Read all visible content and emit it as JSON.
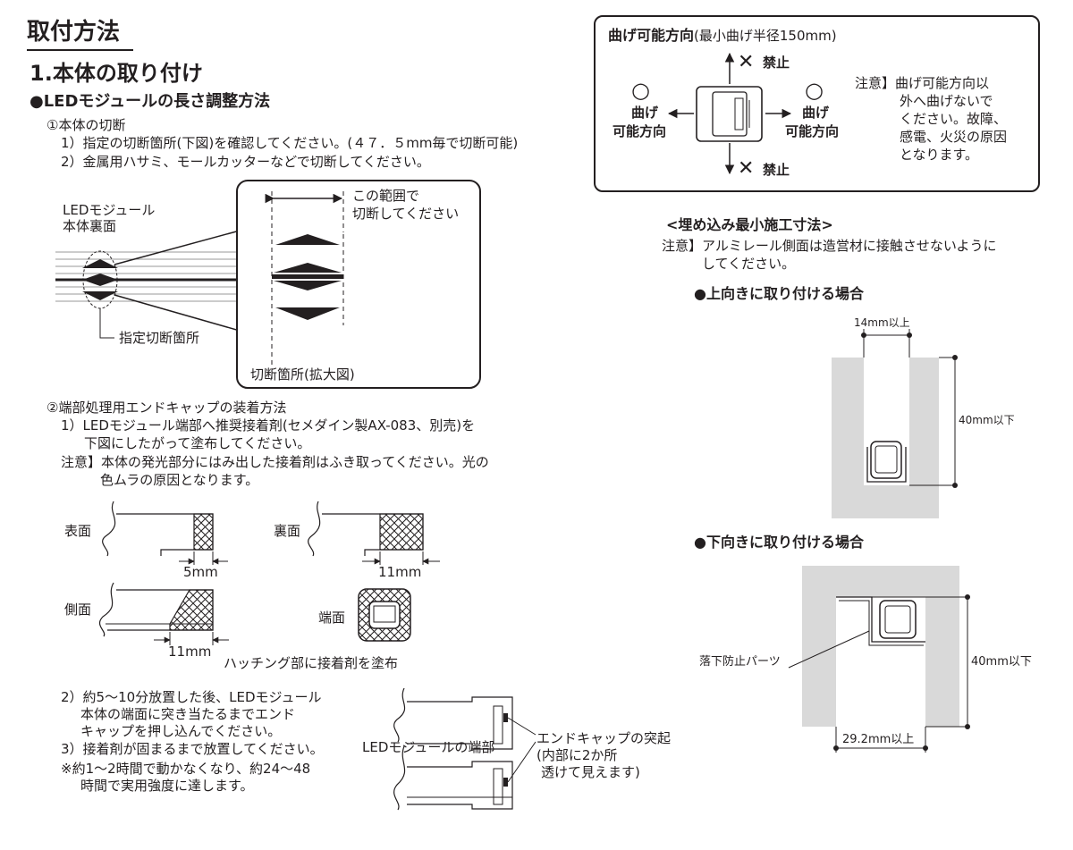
{
  "title": "取付方法",
  "section1": {
    "heading": "1.本体の取り付け",
    "subheading": "●LEDモジュールの長さ調整方法",
    "step1": {
      "label": "①本体の切断",
      "lines": [
        "1）指定の切断箇所(下図)を確認してください。(４７．５mm毎で切断可能)",
        "2）金属用ハサミ、モールカッターなどで切断してください。"
      ]
    },
    "cut_diagram": {
      "module_label_1": "LEDモジュール",
      "module_label_2": "本体裏面",
      "range_label_1": "この範囲で",
      "range_label_2": "切断してください",
      "cut_point_label": "指定切断箇所",
      "zoom_label": "切断箇所(拡大図)"
    },
    "step2": {
      "label": "②端部処理用エンドキャップの装着方法",
      "line1": "1）LEDモジュール端部へ推奨接着剤(セメダイン製AX-083、別売)を",
      "line2": "下図にしたがって塗布してください。",
      "note1": "注意】本体の発光部分にはみ出した接着剤はふき取ってください。光の",
      "note2": "色ムラの原因となります。"
    },
    "glue_diagram": {
      "front_label": "表面",
      "back_label": "裏面",
      "side_label": "側面",
      "end_label": "端面",
      "dim_front": "5mm",
      "dim_back": "11mm",
      "dim_side": "11mm",
      "hatch_caption": "ハッチング部に接着剤を塗布"
    },
    "step3": {
      "lines": [
        "2）約5～10分放置した後、LEDモジュール",
        "本体の端面に突き当たるまでエンド",
        "キャップを押し込んでください。",
        "3）接着剤が固まるまで放置してください。",
        "※約1～2時間で動かなくなり、約24～48",
        "時間で実用強度に達します。"
      ]
    },
    "endcap_diagram": {
      "module_end_label": "LEDモジュールの端部",
      "protrusion_1": "エンドキャップの突起",
      "protrusion_2": "(内部に2か所",
      "protrusion_3": "透けて見えます)"
    }
  },
  "bend_box": {
    "title": "曲げ可能方向",
    "title_note": "(最小曲げ半径150mm)",
    "prohibit_label": "禁止",
    "ok_mark": "○",
    "ng_mark": "✕",
    "bendable_1": "曲げ",
    "bendable_2": "可能方向",
    "caution": [
      "注意】曲げ可能方向以",
      "外へ曲げないで",
      "ください。故障、",
      "感電、火災の原因",
      "となります。"
    ]
  },
  "embed": {
    "heading": "<埋め込み最小施工寸法>",
    "note1": "注意】アルミレール側面は造営材に接触させないように",
    "note2": "してください。",
    "upward": {
      "heading": "●上向きに取り付ける場合",
      "width_dim": "14mm以上",
      "depth_dim": "40mm以下"
    },
    "downward": {
      "heading": "●下向きに取り付ける場合",
      "part_label": "落下防止パーツ",
      "depth_dim": "40mm以下",
      "width_dim": "29.2mm以上"
    }
  },
  "colors": {
    "ink": "#231f20",
    "wall_gray": "#d9d9d9",
    "line_gray": "#9a9a9a"
  }
}
